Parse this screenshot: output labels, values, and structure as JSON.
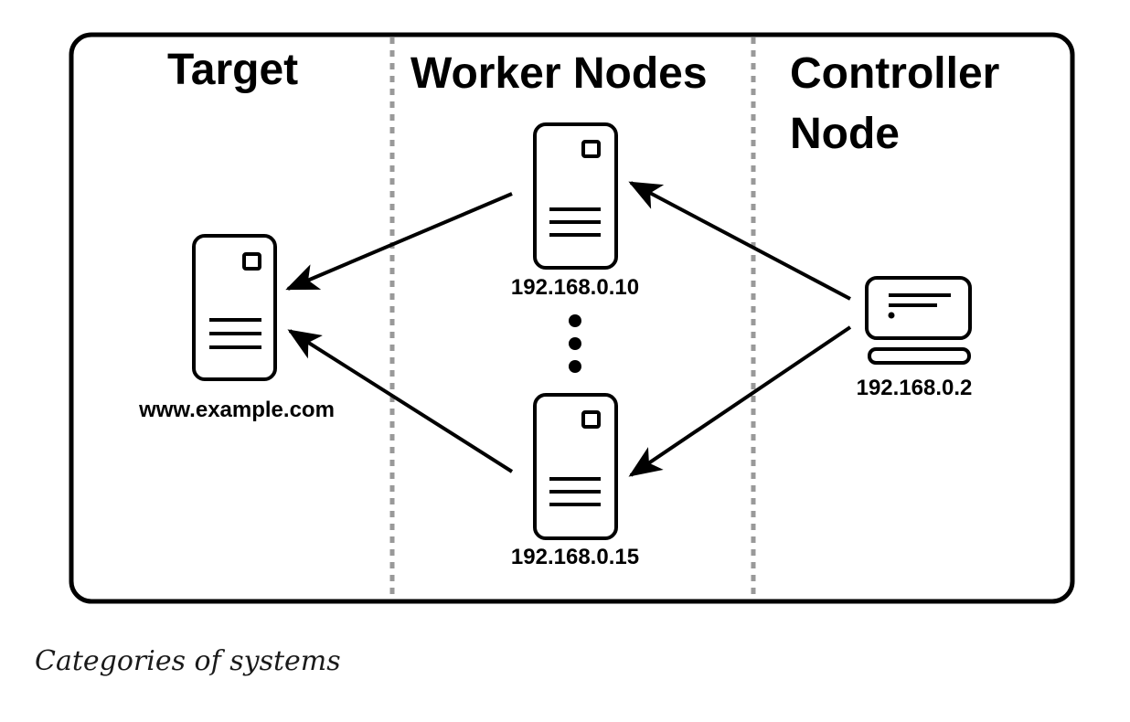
{
  "sections": [
    {
      "id": "target",
      "title_lines": [
        "Target"
      ]
    },
    {
      "id": "workers",
      "title_lines": [
        "Worker Nodes"
      ]
    },
    {
      "id": "controller",
      "title_lines": [
        "Controller",
        "Node"
      ]
    }
  ],
  "nodes": {
    "target": {
      "label": "www.example.com",
      "icon": "server-icon"
    },
    "worker_first": {
      "label": "192.168.0.10",
      "icon": "server-icon"
    },
    "worker_last": {
      "label": "192.168.0.15",
      "icon": "server-icon"
    },
    "controller": {
      "label": "192.168.0.2",
      "icon": "laptop-icon"
    }
  },
  "edges": [
    {
      "from": "controller",
      "to": "worker_first"
    },
    {
      "from": "controller",
      "to": "worker_last"
    },
    {
      "from": "worker_first",
      "to": "target"
    },
    {
      "from": "worker_last",
      "to": "target"
    }
  ],
  "ellipsis": "vertical-ellipsis-icon",
  "caption": "Categories of systems",
  "colors": {
    "stroke": "#000000",
    "divider": "#999999",
    "background": "#ffffff"
  }
}
